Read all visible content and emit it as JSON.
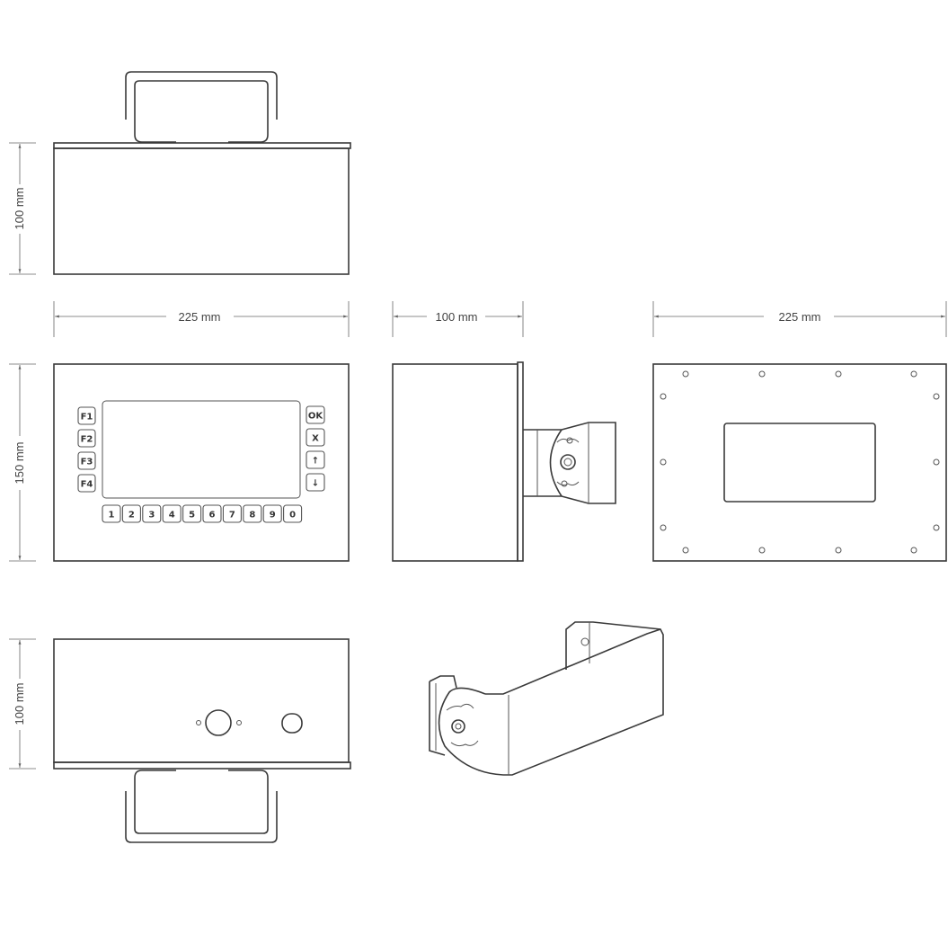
{
  "dimensions": {
    "top_view_height": "100 mm",
    "front_width": "225 mm",
    "side_depth": "100 mm",
    "back_width": "225 mm",
    "front_height": "150 mm",
    "bottom_view_height": "100 mm"
  },
  "keypad": {
    "left_keys": [
      "F1",
      "F2",
      "F3",
      "F4"
    ],
    "right_keys": [
      "OK",
      "X",
      "↑",
      "↓"
    ],
    "number_keys": [
      "1",
      "2",
      "3",
      "4",
      "5",
      "6",
      "7",
      "8",
      "9",
      "0"
    ]
  }
}
